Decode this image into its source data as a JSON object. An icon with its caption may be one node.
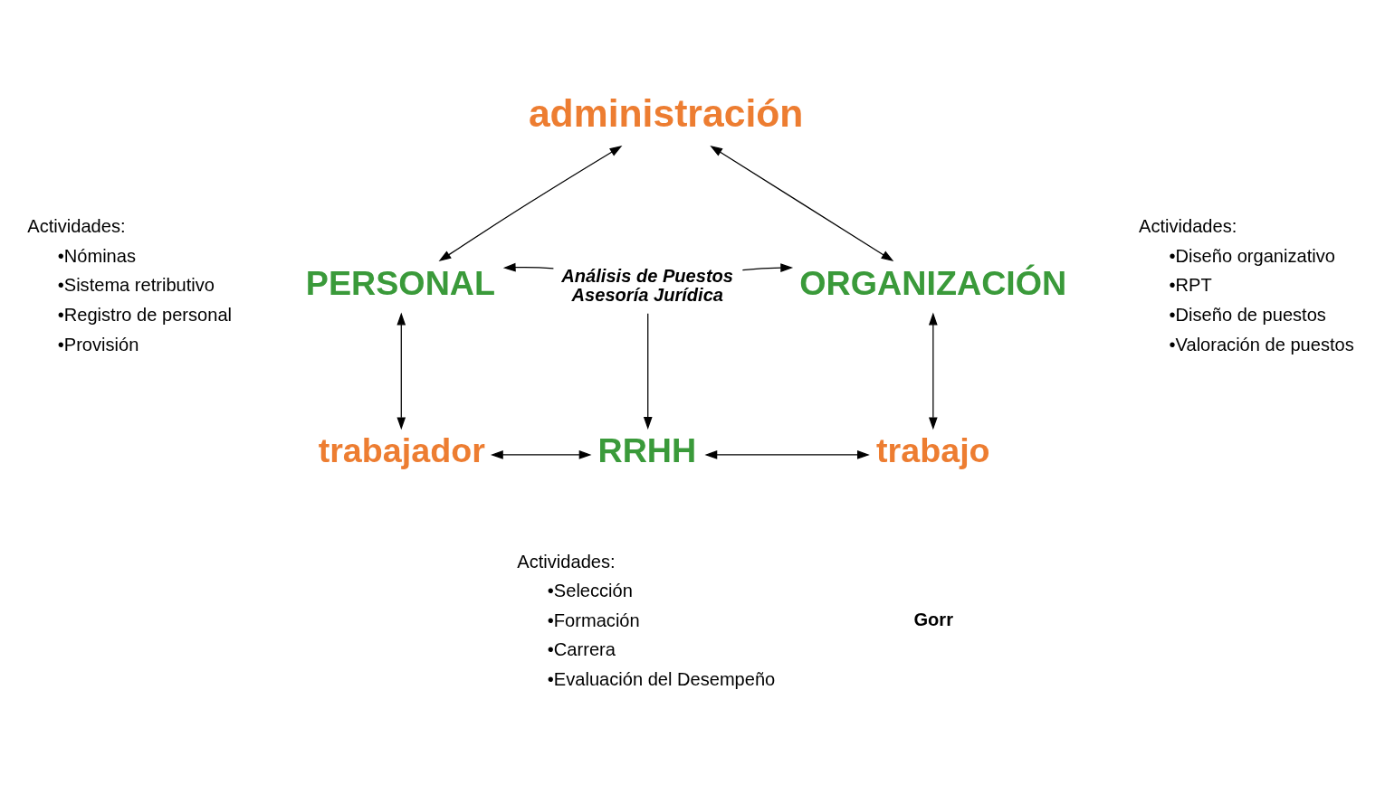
{
  "diagram": {
    "nodes": [
      {
        "text": [
          "administración"
        ]
      },
      {
        "text": [
          "PERSONAL"
        ]
      },
      {
        "text": [
          "ORGANIZACIÓN"
        ]
      },
      {
        "text": [
          "trabajador"
        ]
      },
      {
        "text": [
          "RRHH"
        ]
      },
      {
        "text": [
          "trabajo"
        ]
      },
      {
        "text": [
          "Análisis de Puestos",
          "Asesoría Jurídica"
        ]
      }
    ],
    "edges": [
      {
        "from": 0,
        "to": 1,
        "arrow": "both"
      },
      {
        "from": 0,
        "to": 2,
        "arrow": "both"
      },
      {
        "from": 1,
        "to": 3,
        "arrow": "both"
      },
      {
        "from": 2,
        "to": 5,
        "arrow": "both"
      },
      {
        "from": 3,
        "to": 4,
        "arrow": "both"
      },
      {
        "from": 4,
        "to": 5,
        "arrow": "both"
      },
      {
        "from": 6,
        "to": 1,
        "arrow": "to"
      },
      {
        "from": 6,
        "to": 2,
        "arrow": "to"
      },
      {
        "from": 6,
        "to": 4,
        "arrow": "to"
      }
    ],
    "labels": [
      "Actividades:",
      "•Nóminas",
      "•Sistema retributivo",
      "•Registro de personal",
      "•Provisión",
      "Actividades:",
      "•Diseño organizativo",
      "•RPT",
      "•Diseño de puestos",
      "•Valoración de puestos",
      "Actividades:",
      "•Selección",
      "•Formación",
      "•Carrera",
      "•Evaluación del Desempeño",
      "Gorr"
    ]
  }
}
